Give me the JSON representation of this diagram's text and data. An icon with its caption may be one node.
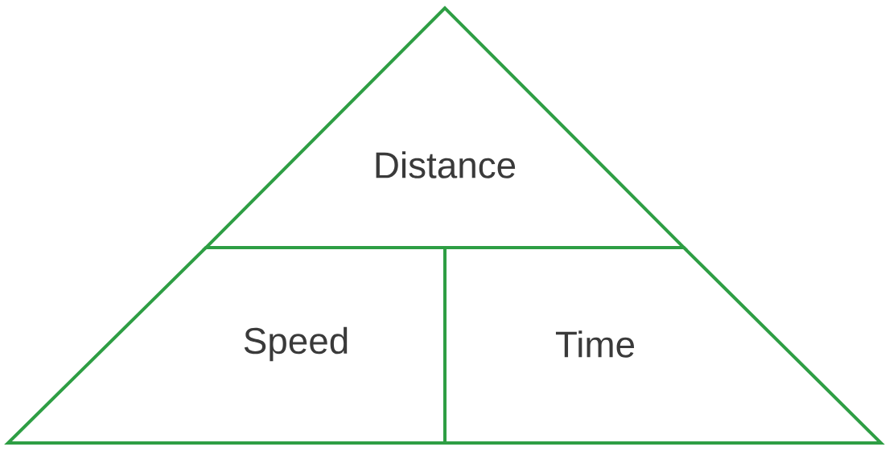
{
  "diagram": {
    "nodes": [
      {
        "text": [
          "Distance"
        ]
      },
      {
        "text": [
          "Speed"
        ]
      },
      {
        "text": [
          "Time"
        ]
      }
    ]
  }
}
